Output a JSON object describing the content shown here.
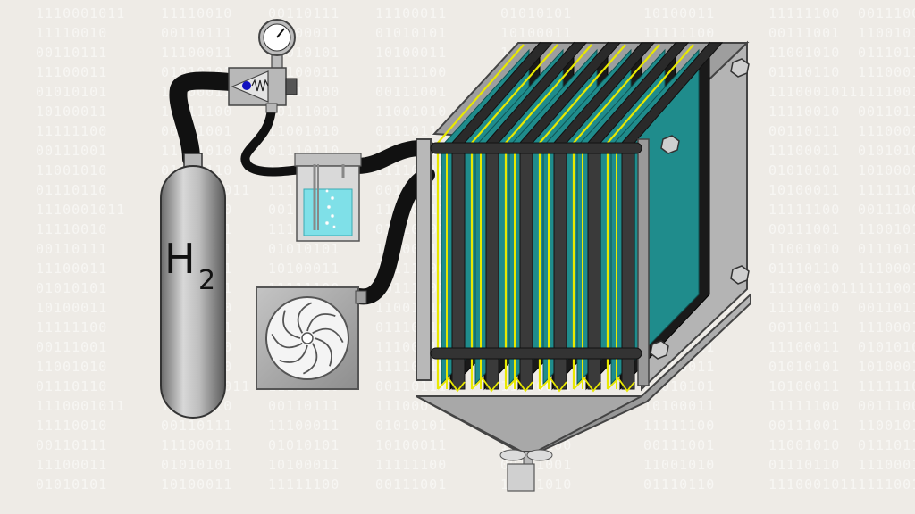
{
  "tank_label": {
    "symbol": "H",
    "subscript": "2"
  },
  "background_rows": [
    "1110001011",
    "11110010",
    "00110111",
    "11100011",
    "01010101",
    "10100011",
    "11111100",
    "00111001",
    "11001010",
    "01110110"
  ],
  "colors": {
    "background": "#eeebe6",
    "hose": "#111111",
    "plate_teal": "#1f8c8c",
    "plate_yellow": "#e8e800",
    "frame_gray": "#a8a8a8",
    "water": "#7fe0e8"
  }
}
